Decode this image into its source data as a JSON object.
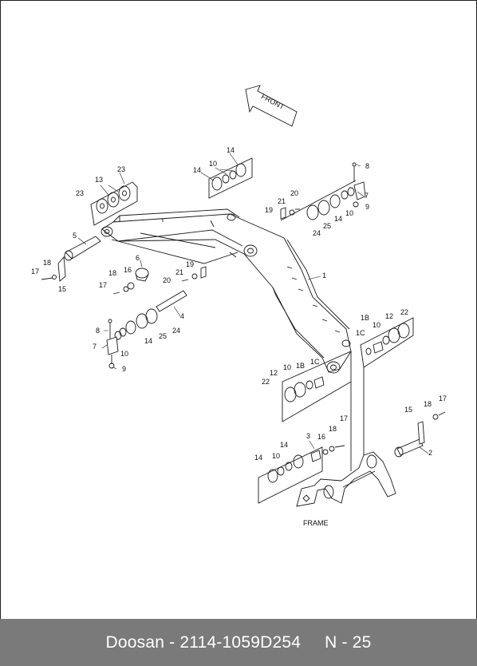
{
  "diagram": {
    "arrow_label": "FRONT",
    "frame_label": "FRAME",
    "part_callouts": {
      "p1": "1",
      "p2": "2",
      "p3": "3",
      "p4": "4",
      "p5": "5",
      "p6": "6",
      "p7a": "7",
      "p7b": "7",
      "p8a": "8",
      "p8b": "8",
      "p9a": "9",
      "p9b": "9",
      "p10a": "10",
      "p10b": "10",
      "p10c": "10",
      "p10d": "10",
      "p10e": "10",
      "p10f": "10",
      "p12a": "12",
      "p12b": "12",
      "p14a": "14",
      "p14b": "14",
      "p14c": "14",
      "p14d": "14",
      "p14e": "14",
      "p14f": "14",
      "p15a": "15",
      "p15b": "15",
      "p16a": "16",
      "p16b": "16",
      "p17a": "17",
      "p17b": "17",
      "p17c": "17",
      "p17d": "17",
      "p18a": "18",
      "p18b": "18",
      "p18c": "18",
      "p18d": "18",
      "p19a": "19",
      "p19b": "19",
      "p20a": "20",
      "p20b": "20",
      "p21a": "21",
      "p21b": "21",
      "p22a": "22",
      "p22b": "22",
      "p23a": "23",
      "p23b": "23",
      "p24a": "24",
      "p24b": "24",
      "p25a": "25",
      "p25b": "25",
      "p1Ba": "1B",
      "p1Bb": "1B",
      "p1Ca": "1C",
      "p1Cb": "1C"
    }
  },
  "footer": {
    "brand": "Doosan",
    "dash": "-",
    "part_number": "2114-1059D254",
    "page": "N - 25"
  }
}
